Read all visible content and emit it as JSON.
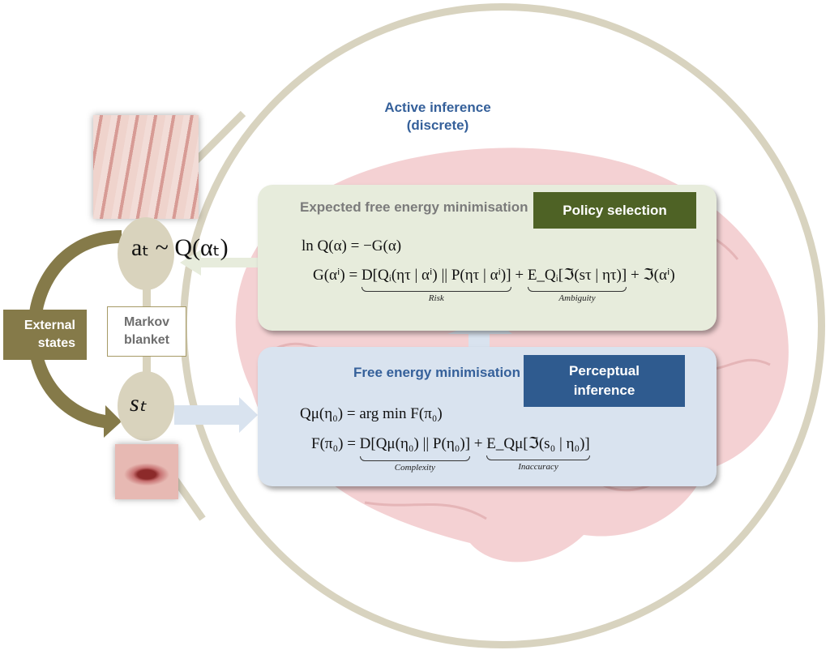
{
  "header": {
    "title_line1": "Active inference",
    "title_line2": "(discrete)"
  },
  "policy_panel": {
    "heading": "Expected free energy minimisation",
    "badge": "Policy selection",
    "eq1": "ln Q(α) = −G(α)",
    "eq2_lhs": "G(αⁱ) = ",
    "eq2_risk": "D[Qᵢ(ητ | αⁱ) || P(ητ | αⁱ)]",
    "eq2_plus1": " + ",
    "eq2_ambiguity": "E_Qᵢ[ℑ(sτ | ητ)]",
    "eq2_tail": " + ℑ(αⁱ)",
    "risk_label": "Risk",
    "ambiguity_label": "Ambiguity"
  },
  "perception_panel": {
    "heading": "Free energy minimisation",
    "badge_line1": "Perceptual",
    "badge_line2": "inference",
    "eq1": "Qμ(η₀) = arg min F(π₀)",
    "eq2_lhs": "F(π₀) = ",
    "eq2_complexity": "D[Qμ(η₀) || P(η₀)]",
    "eq2_plus": " + ",
    "eq2_inaccuracy": "E_Qμ[ℑ(s₀ | η₀)]",
    "complexity_label": "Complexity",
    "inaccuracy_label": "Inaccuracy"
  },
  "left": {
    "action": "aₜ ~ Q(αₜ)",
    "sensory": "sₜ",
    "markov_line1": "Markov",
    "markov_line2": "blanket",
    "external_line1": "External",
    "external_line2": "states"
  },
  "colors": {
    "policy_badge": "#4e6225",
    "perception_badge": "#2f5b8f",
    "external_box": "#857a49",
    "title_blue": "#35609a"
  }
}
